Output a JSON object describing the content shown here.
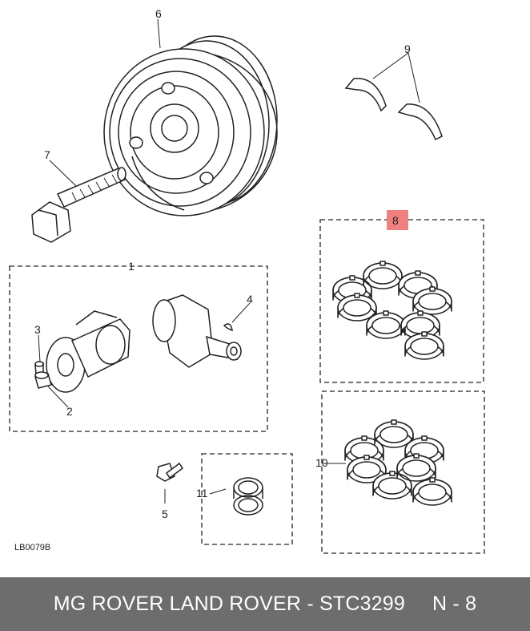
{
  "callouts": {
    "c1": "1",
    "c2": "2",
    "c3": "3",
    "c4": "4",
    "c5": "5",
    "c6": "6",
    "c7": "7",
    "c8": "8",
    "c9": "9",
    "c10": "10",
    "c11": "11"
  },
  "highlight_color": "#f08080",
  "reference_code": "LB0079B",
  "footer": {
    "brand_text": "MG ROVER LAND ROVER - STC3299",
    "page_ref": "N - 8",
    "background": "#6d6d6d"
  }
}
